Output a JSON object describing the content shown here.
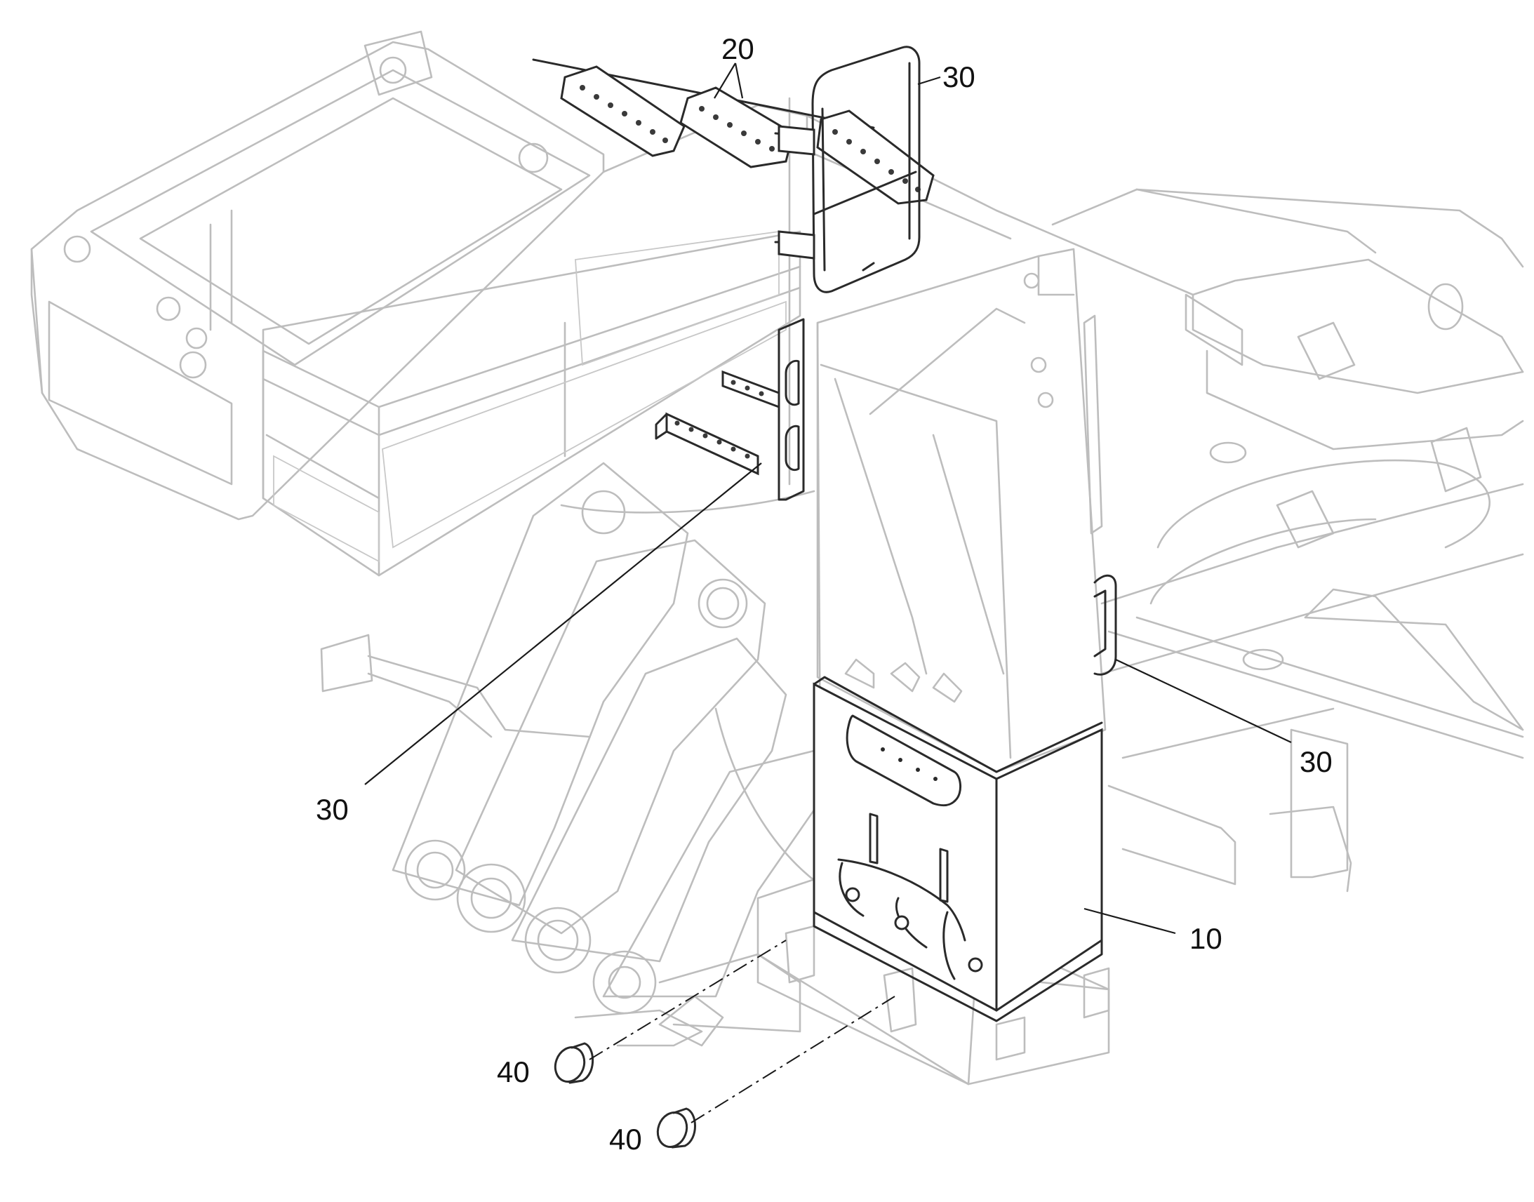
{
  "callouts": {
    "c20": "20",
    "c30_top": "30",
    "c30_left": "30",
    "c30_right": "30",
    "c10": "10",
    "c40_upper": "40",
    "c40_lower": "40"
  },
  "colors": {
    "ghost_lines": "#bdbdbd",
    "highlighted_parts": "#2a2a2a",
    "text": "#111111",
    "background": "#ffffff"
  }
}
